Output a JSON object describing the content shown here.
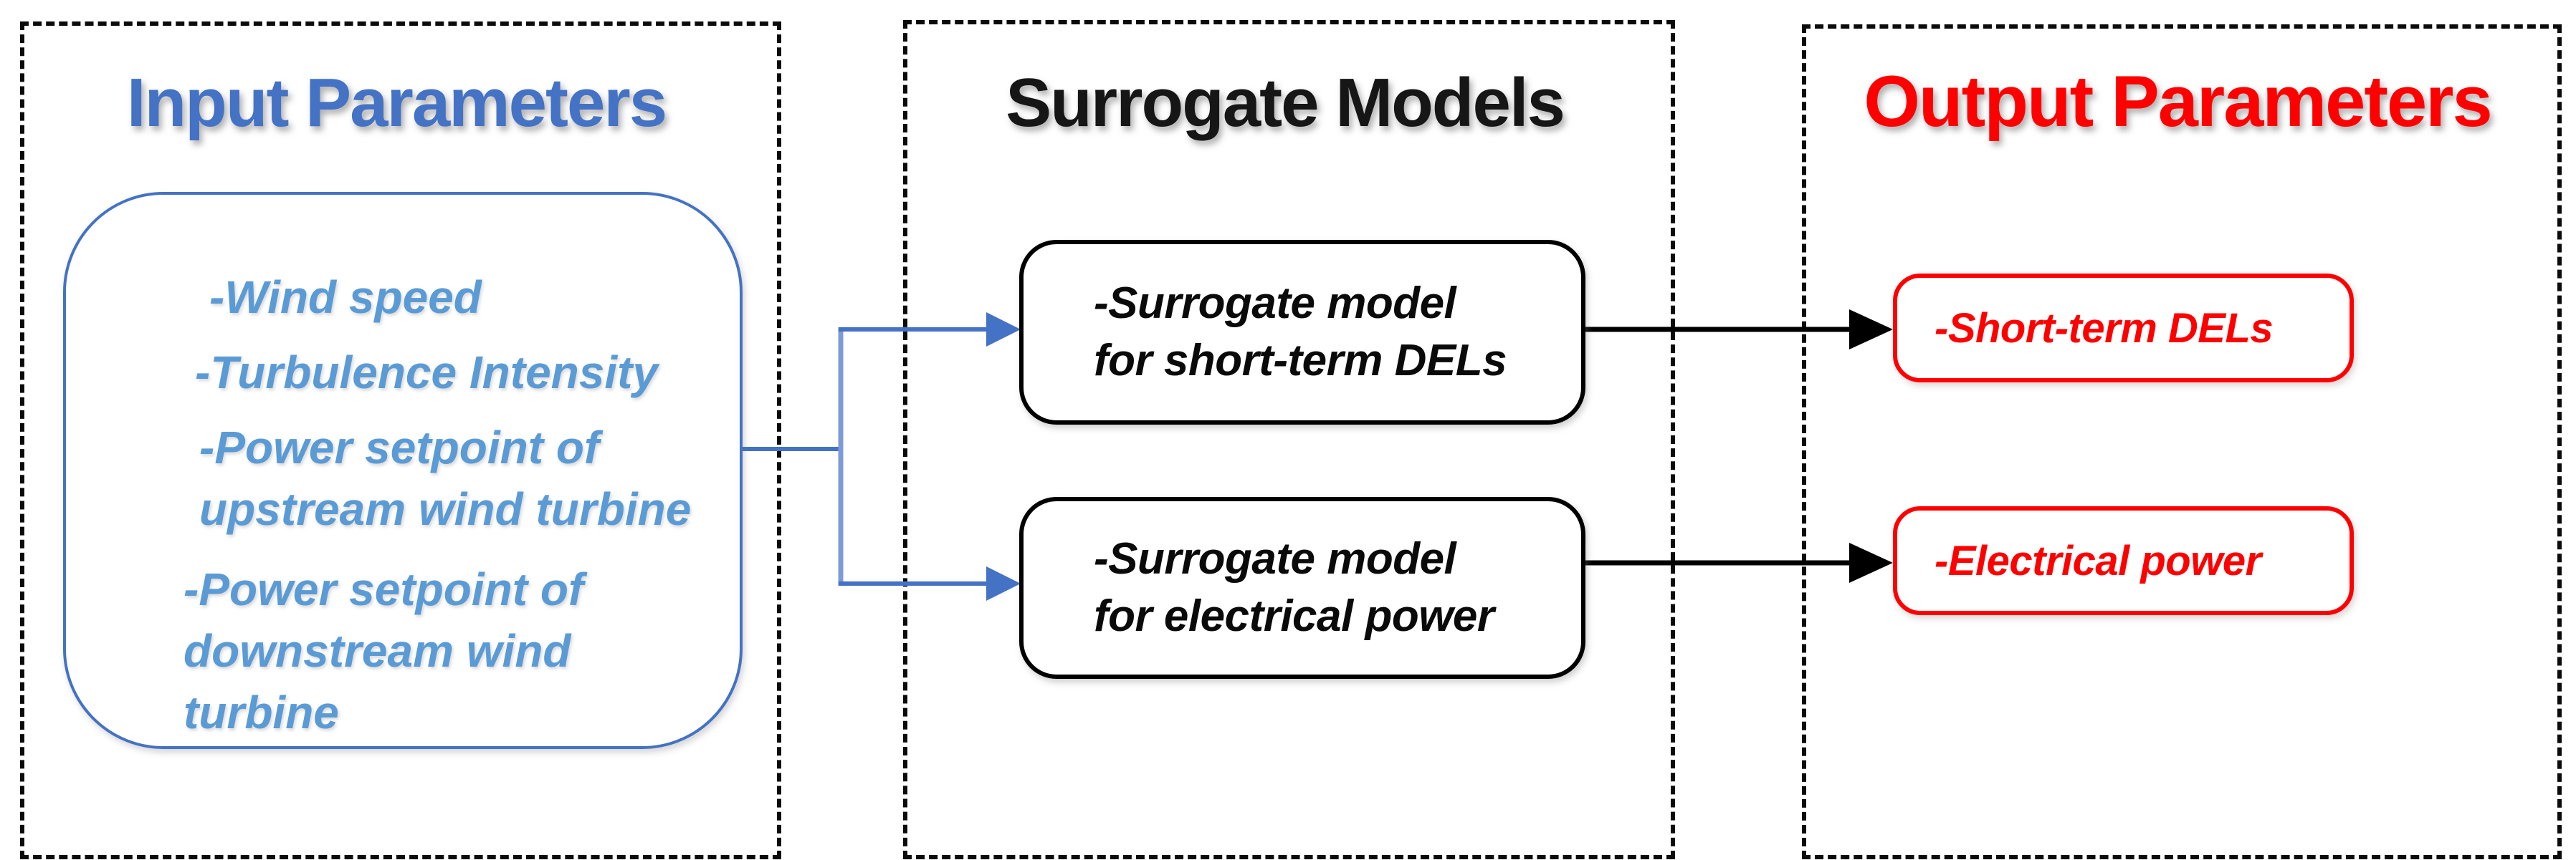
{
  "colors": {
    "blue": "#4472C4",
    "light_blue": "#5B9BD5",
    "connector_blue": "#4472C4",
    "connector_blue_light": "#7D9BD9",
    "red": "#FF0000",
    "ink": "#0d0d0d"
  },
  "input": {
    "title": "Input Parameters",
    "items": [
      "-Wind speed",
      "-Turbulence Intensity",
      "-Power setpoint of\nupstream wind turbine",
      "-Power setpoint of\ndownstream wind turbine"
    ]
  },
  "surrogate": {
    "title": "Surrogate Models",
    "boxes": [
      "-Surrogate model\nfor short-term DELs",
      "-Surrogate model\nfor electrical power"
    ]
  },
  "output": {
    "title": "Output Parameters",
    "boxes": [
      "-Short-term DELs",
      "-Electrical power"
    ]
  }
}
